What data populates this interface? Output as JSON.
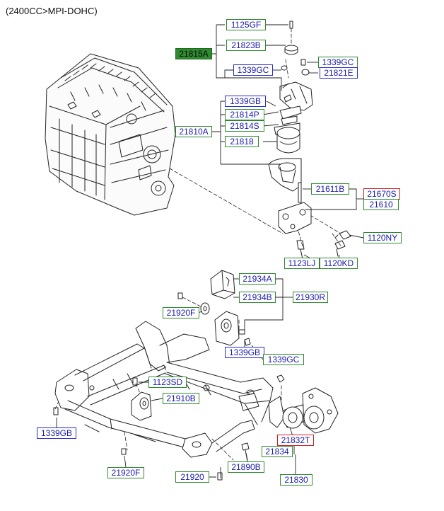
{
  "header": "(2400CC>MPI-DOHC)",
  "parts": [
    {
      "id": "p1125GF",
      "text": "1125GF",
      "style": "green"
    },
    {
      "id": "p21815A",
      "text": "21815A",
      "style": "filled"
    },
    {
      "id": "p21823B",
      "text": "21823B",
      "style": "green"
    },
    {
      "id": "p1339GC_a",
      "text": "1339GC",
      "style": "green"
    },
    {
      "id": "p1339GC_b",
      "text": "1339GC",
      "style": "blue"
    },
    {
      "id": "p21821E",
      "text": "21821E",
      "style": "blue"
    },
    {
      "id": "p1339GB_a",
      "text": "1339GB",
      "style": "blue"
    },
    {
      "id": "p21814P",
      "text": "21814P",
      "style": "green"
    },
    {
      "id": "p21810A",
      "text": "21810A",
      "style": "green"
    },
    {
      "id": "p21814S",
      "text": "21814S",
      "style": "green"
    },
    {
      "id": "p21818",
      "text": "21818",
      "style": "green"
    },
    {
      "id": "p21611B",
      "text": "21611B",
      "style": "green"
    },
    {
      "id": "p21670S",
      "text": "21670S",
      "style": "red"
    },
    {
      "id": "p21610",
      "text": "21610",
      "style": "green"
    },
    {
      "id": "p1120NY",
      "text": "1120NY",
      "style": "green"
    },
    {
      "id": "p1123LJ",
      "text": "1123LJ",
      "style": "green"
    },
    {
      "id": "p1120KD",
      "text": "1120KD",
      "style": "green"
    },
    {
      "id": "p21934A",
      "text": "21934A",
      "style": "green"
    },
    {
      "id": "p21934B",
      "text": "21934B",
      "style": "green"
    },
    {
      "id": "p21930R",
      "text": "21930R",
      "style": "green"
    },
    {
      "id": "p21920F_a",
      "text": "21920F",
      "style": "green"
    },
    {
      "id": "p1339GB_b",
      "text": "1339GB",
      "style": "blue"
    },
    {
      "id": "p1339GC_c",
      "text": "1339GC",
      "style": "green"
    },
    {
      "id": "p1123SD",
      "text": "1123SD",
      "style": "green"
    },
    {
      "id": "p21910B",
      "text": "21910B",
      "style": "green"
    },
    {
      "id": "p1339GB_c",
      "text": "1339GB",
      "style": "blue"
    },
    {
      "id": "p21832T",
      "text": "21832T",
      "style": "red"
    },
    {
      "id": "p21834",
      "text": "21834",
      "style": "green"
    },
    {
      "id": "p21920F_b",
      "text": "21920F",
      "style": "green"
    },
    {
      "id": "p21890B",
      "text": "21890B",
      "style": "green"
    },
    {
      "id": "p21920",
      "text": "21920",
      "style": "green"
    },
    {
      "id": "p21830",
      "text": "21830",
      "style": "green"
    }
  ]
}
